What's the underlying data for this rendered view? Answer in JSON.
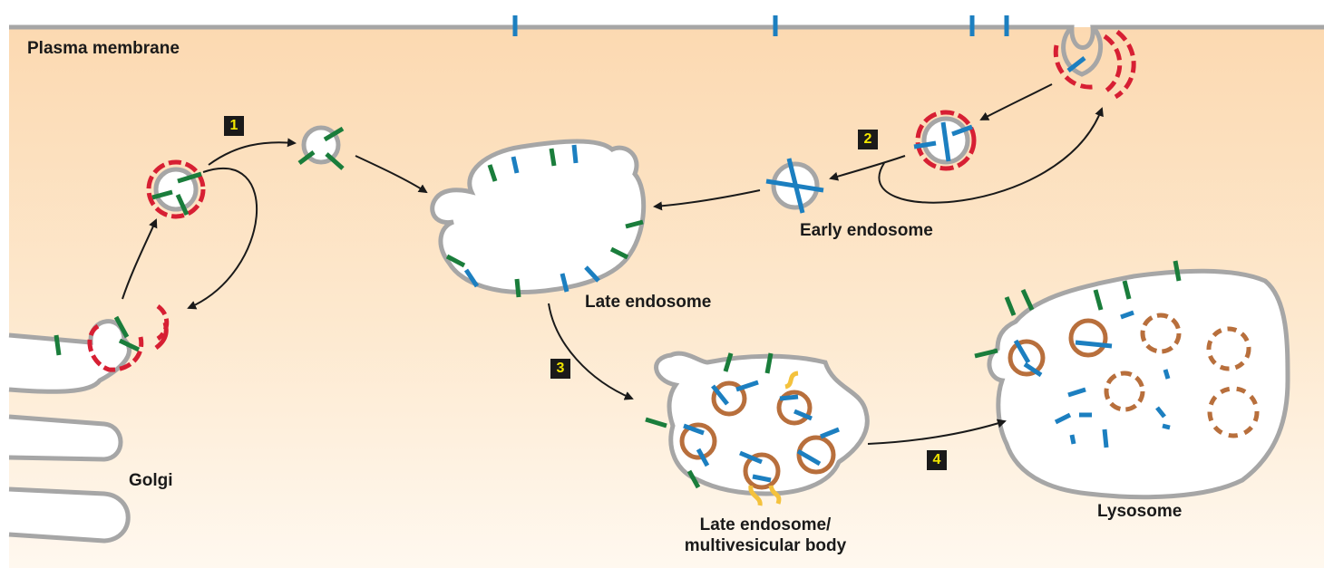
{
  "labels": {
    "plasma_membrane": "Plasma membrane",
    "early_endosome": "Early endosome",
    "late_endosome": "Late endosome",
    "mvb_line1": "Late endosome/",
    "mvb_line2": "multivesicular body",
    "lysosome": "Lysosome",
    "golgi": "Golgi"
  },
  "steps": [
    "1",
    "2",
    "3",
    "4"
  ],
  "colors": {
    "background_top": "#fcd9b1",
    "background_bottom": "#fff8ef",
    "membrane": "#a6a6a6",
    "clathrin_coat": "#d71f33",
    "receptor_green": "#1a7d3b",
    "receptor_blue": "#1c7fc0",
    "internal_vesicle": "#b86f3c",
    "escrt_yellow": "#f4c23d",
    "arrow": "#1a1a1a"
  }
}
